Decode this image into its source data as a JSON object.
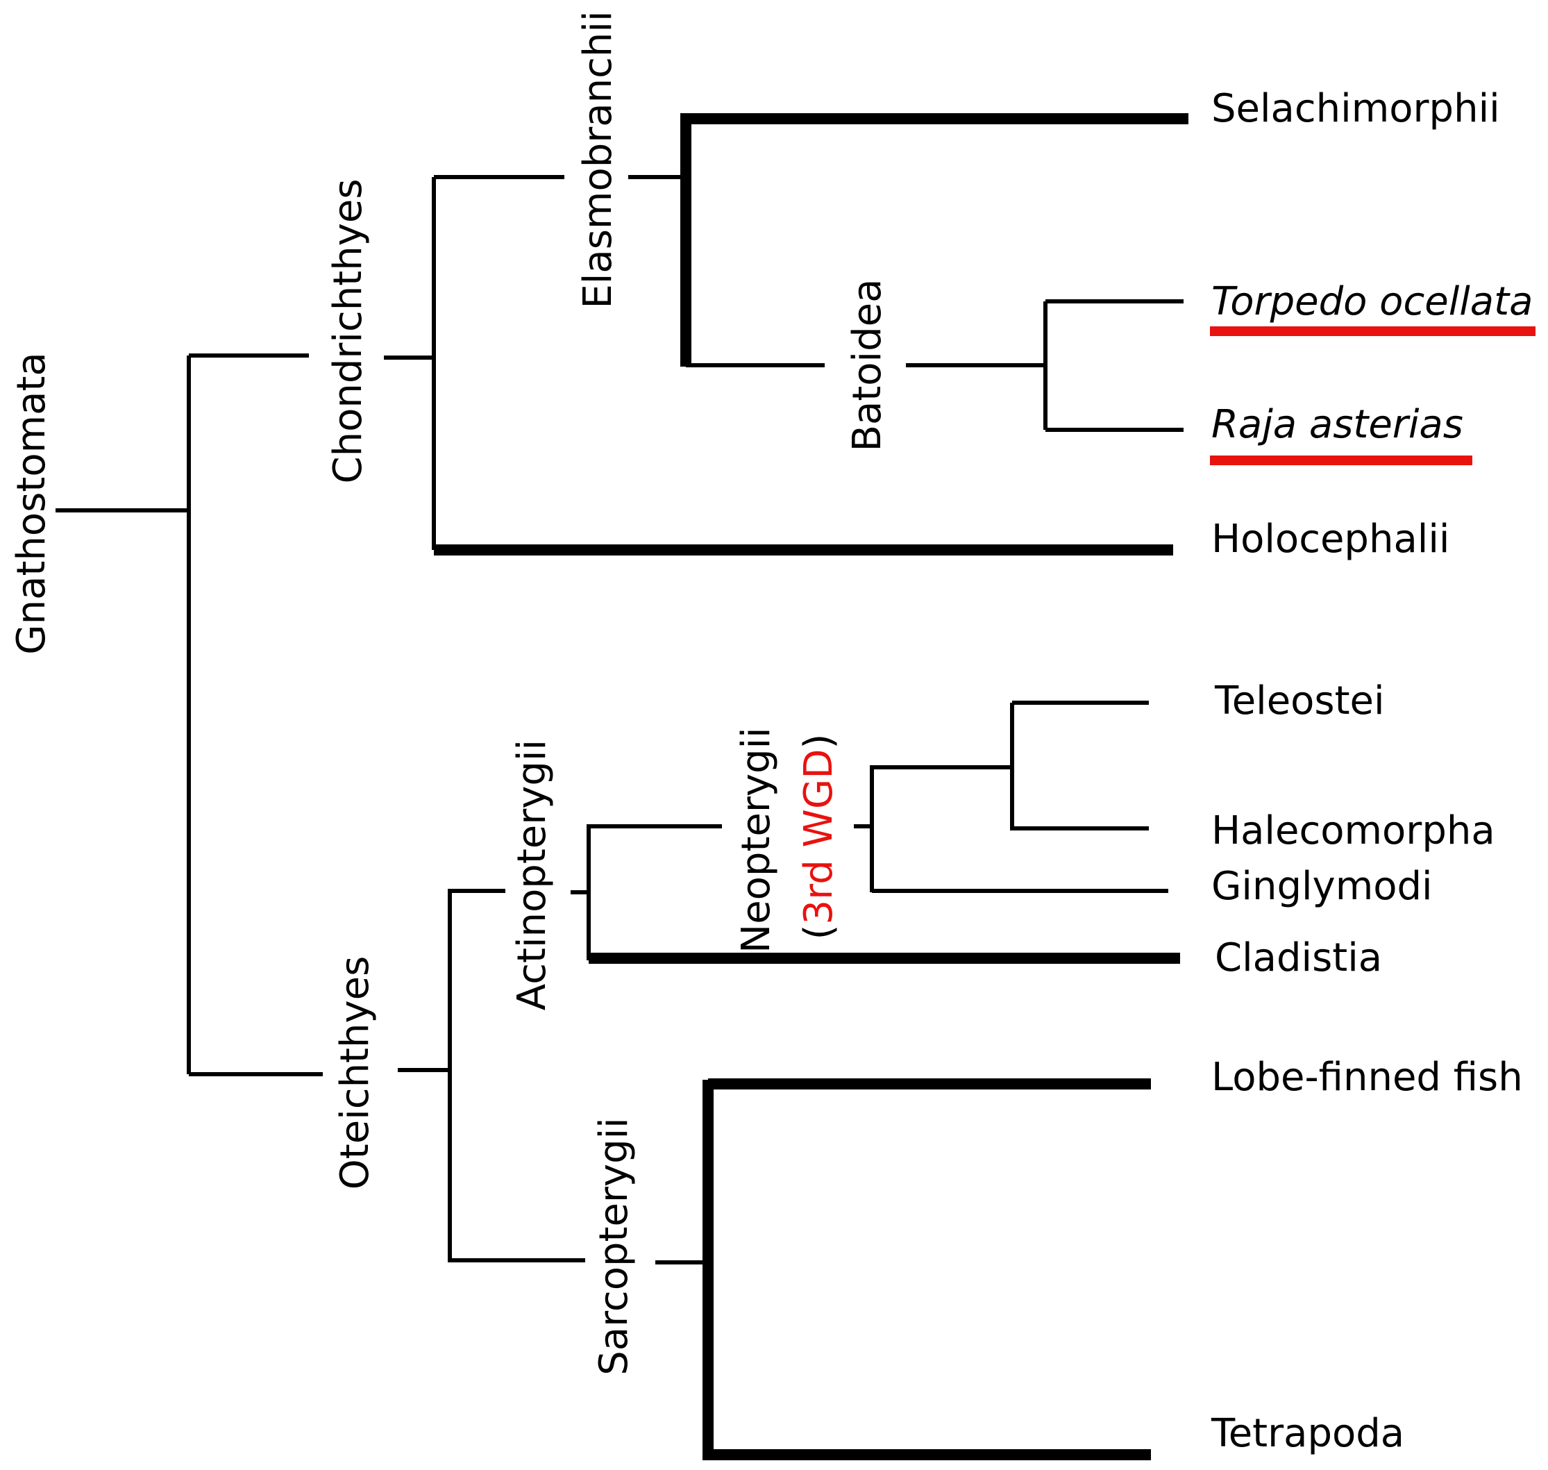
{
  "colors": {
    "line": "#000000",
    "highlight": "#e8120f"
  },
  "clades": {
    "gnathostomata": "Gnathostomata",
    "chondrichthyes": "Chondrichthyes",
    "elasmobranchii": "Elasmobranchii",
    "batoidea": "Batoidea",
    "oteichthyes": "Oteichthyes",
    "actinopterygii": "Actinopterygii",
    "neopterygii": "Neopterygii",
    "wgd_open": "(",
    "wgd_note": "3rd WGD",
    "wgd_close": ")",
    "sarcopterygii": "Sarcopterygii"
  },
  "taxa": {
    "selachimorphii": "Selachimorphii",
    "torpedo": "Torpedo ocellata",
    "raja": "Raja asterias",
    "holocephalii": "Holocephalii",
    "teleostei": "Teleostei",
    "halecomorpha": "Halecomorpha",
    "ginglymodi": "Ginglymodi",
    "cladistia": "Cladistia",
    "lobe_finned": "Lobe-finned fish",
    "tetrapoda": "Tetrapoda"
  }
}
